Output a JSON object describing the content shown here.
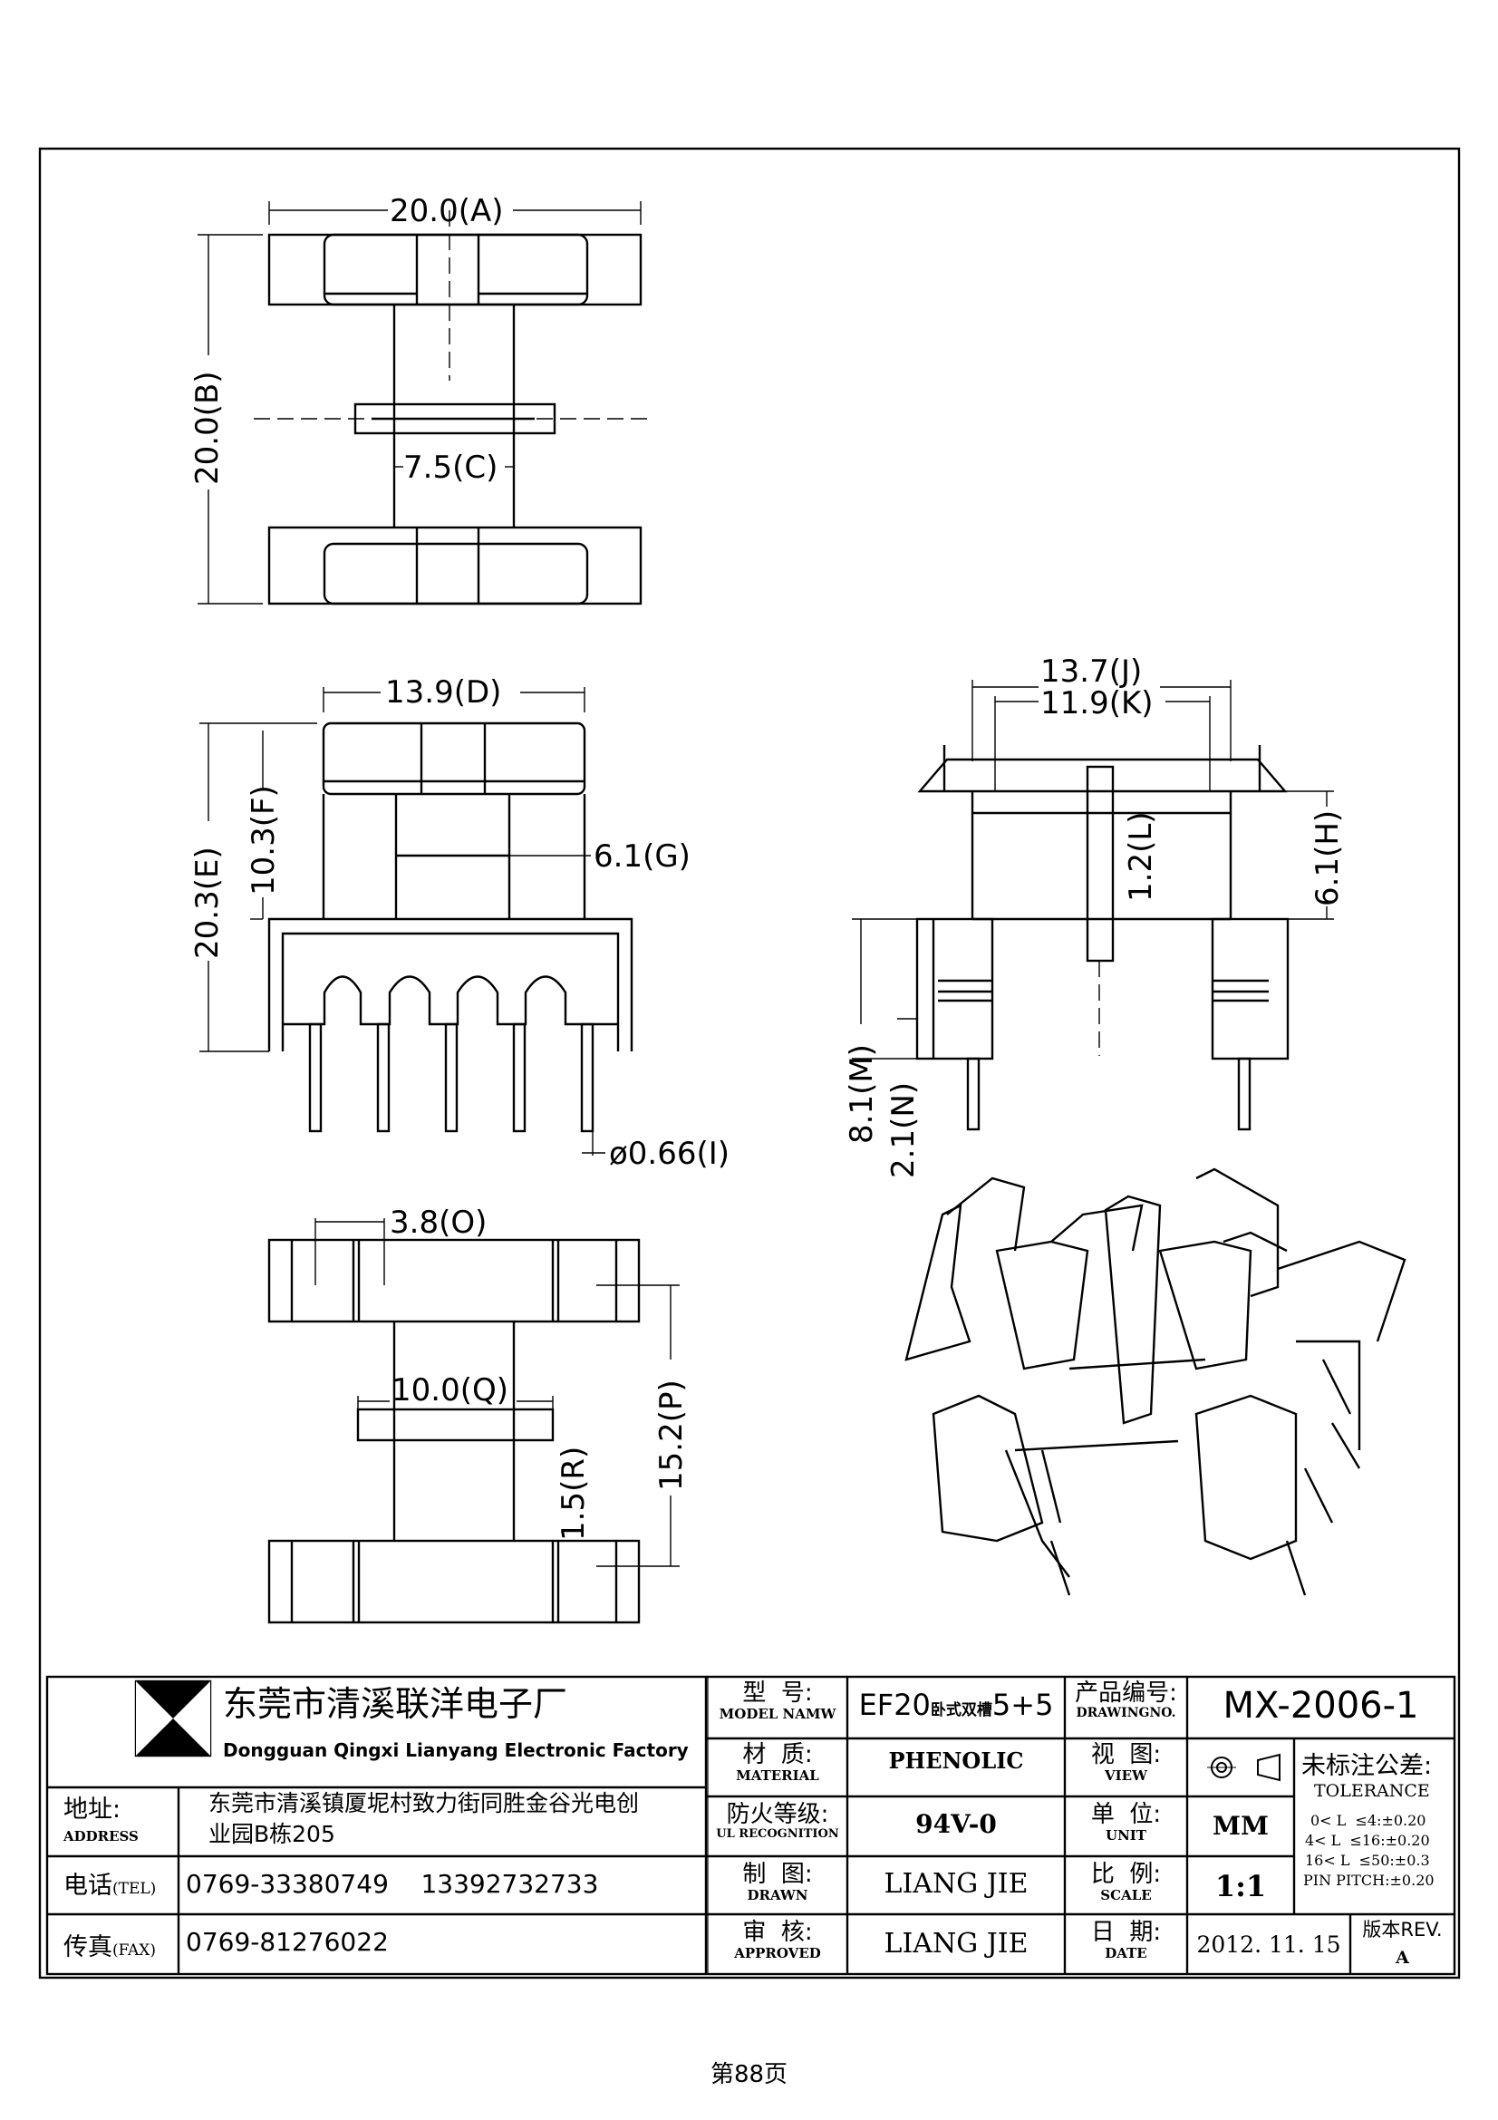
{
  "dimensions": {
    "A": "20.0(A)",
    "B": "20.0(B)",
    "C": "7.5(C)",
    "D": "13.9(D)",
    "E": "20.3(E)",
    "F": "10.3(F)",
    "G": "6.1(G)",
    "I": "ø0.66(I)",
    "J": "13.7(J)",
    "K": "11.9(K)",
    "L": "1.2(L)",
    "H": "6.1(H)",
    "M": "8.1(M)",
    "N": "2.1(N)",
    "O": "3.8(O)",
    "Q": "10.0(Q)",
    "R": "1.5(R)",
    "P": "15.2(P)"
  },
  "title_block": {
    "company_cn": "东莞市清溪联洋电子厂",
    "company_en": "Dongguan Qingxi Lianyang Electronic Factory",
    "address_label_cn": "地址:",
    "address_label_en": "ADDRESS",
    "address_line1": "东莞市清溪镇厦坭村致力街同胜金谷光电创",
    "address_line2": "业园B栋205",
    "tel_label_cn": "电话",
    "tel_label_en": "(TEL)",
    "tel_value": "0769-33380749    13392732733",
    "fax_label_cn": "传真",
    "fax_label_en": "(FAX)",
    "fax_value": "0769-81276022",
    "model_label_cn": "型  号:",
    "model_label_en": "MODEL NAMW",
    "model_value_a": "EF20",
    "model_value_b": "卧式双槽",
    "model_value_c": "5+5",
    "drawing_no_label_cn": "产品编号:",
    "drawing_no_label_en": "DRAWINGNO.",
    "drawing_no_value": "MX-2006-1",
    "material_label_cn": "材  质:",
    "material_label_en": "MATERIAL",
    "material_value": "PHENOLIC",
    "view_label_cn": "视  图:",
    "view_label_en": "VIEW",
    "tolerance_label_cn": "未标注公差:",
    "tolerance_label_en": "TOLERANCE",
    "tolerance_lines": [
      "0< L  ≤4:±0.20",
      "4< L  ≤16:±0.20",
      "16< L  ≤50:±0.3",
      "PIN PITCH:±0.20"
    ],
    "ul_label_cn": "防火等级:",
    "ul_label_en": "UL RECOGNITION",
    "ul_value": "94V-0",
    "unit_label_cn": "单  位:",
    "unit_label_en": "UNIT",
    "unit_value": "MM",
    "drawn_label_cn": "制  图:",
    "drawn_label_en": "DRAWN",
    "drawn_value": "LIANG JIE",
    "scale_label_cn": "比  例:",
    "scale_label_en": "SCALE",
    "scale_value": "1:1",
    "approved_label_cn": "审  核:",
    "approved_label_en": "APPROVED",
    "approved_value": "LIANG JIE",
    "date_label_cn": "日  期:",
    "date_label_en": "DATE",
    "date_value": "2012. 11. 15",
    "rev_label": "版本REV.",
    "rev_value": "A"
  },
  "page_number": "第88页"
}
